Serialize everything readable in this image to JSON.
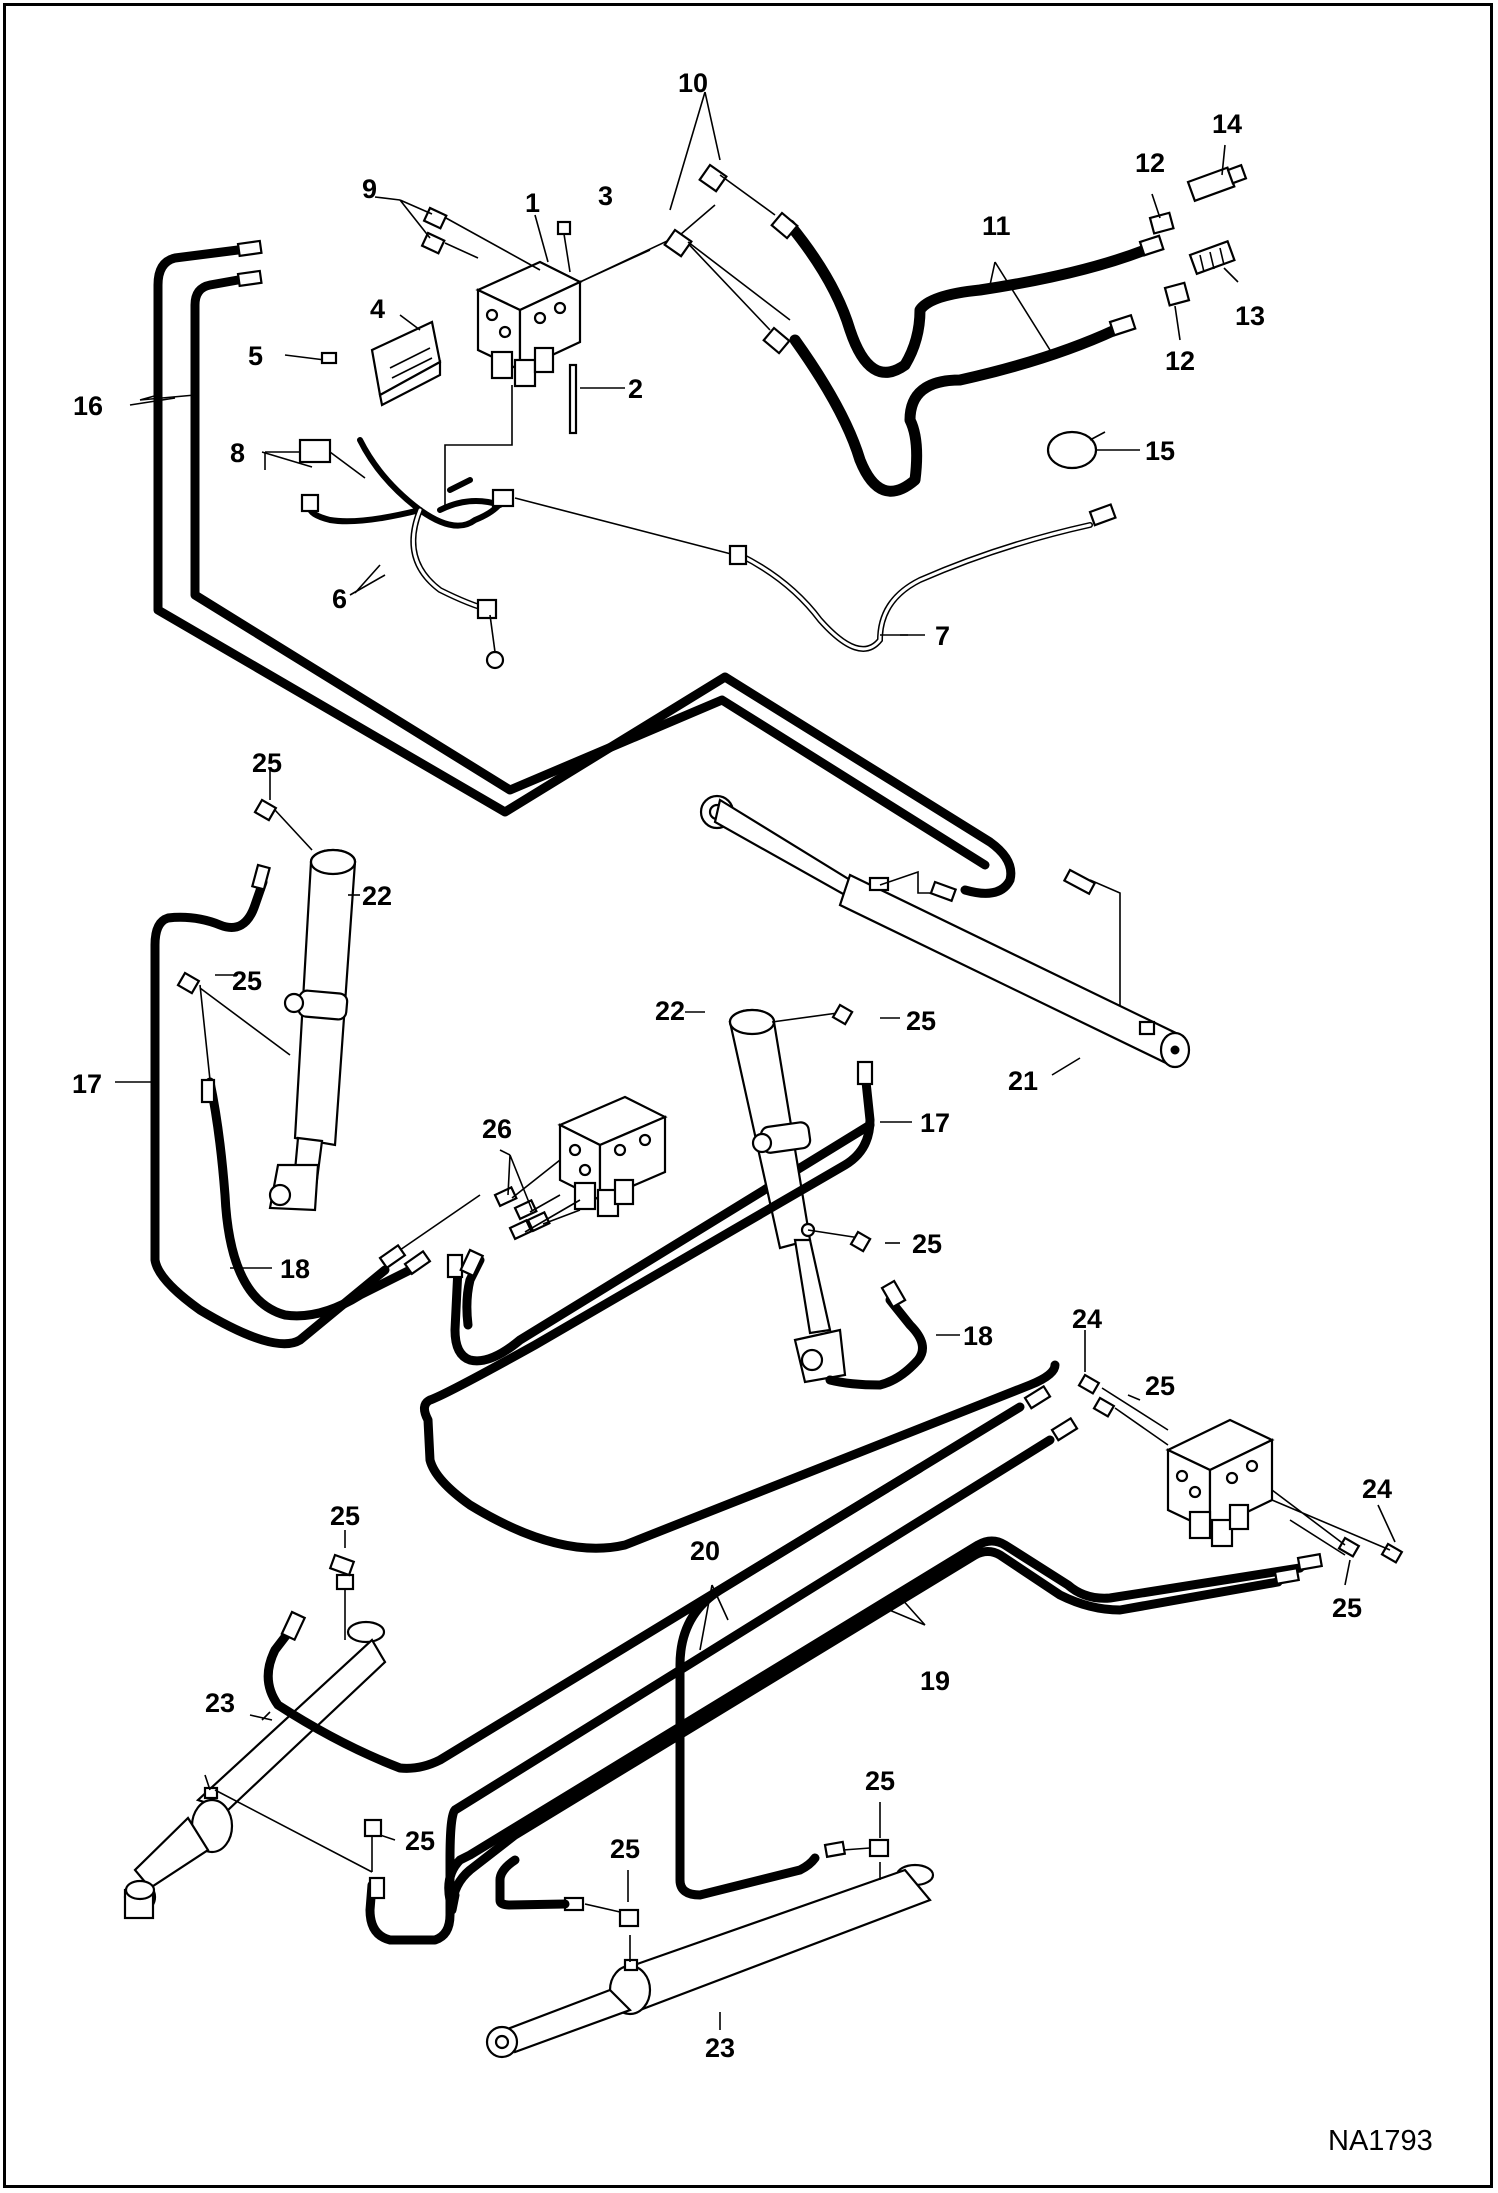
{
  "drawing_code": "NA1793",
  "callouts": [
    {
      "id": "c1",
      "text": "1"
    },
    {
      "id": "c2",
      "text": "2"
    },
    {
      "id": "c3",
      "text": "3"
    },
    {
      "id": "c4",
      "text": "4"
    },
    {
      "id": "c5",
      "text": "5"
    },
    {
      "id": "c6",
      "text": "6"
    },
    {
      "id": "c7",
      "text": "7"
    },
    {
      "id": "c8",
      "text": "8"
    },
    {
      "id": "c9",
      "text": "9"
    },
    {
      "id": "c10",
      "text": "10"
    },
    {
      "id": "c11",
      "text": "11"
    },
    {
      "id": "c12a",
      "text": "12"
    },
    {
      "id": "c12b",
      "text": "12"
    },
    {
      "id": "c13",
      "text": "13"
    },
    {
      "id": "c14",
      "text": "14"
    },
    {
      "id": "c15",
      "text": "15"
    },
    {
      "id": "c16",
      "text": "16"
    },
    {
      "id": "c17a",
      "text": "17"
    },
    {
      "id": "c17b",
      "text": "17"
    },
    {
      "id": "c18a",
      "text": "18"
    },
    {
      "id": "c18b",
      "text": "18"
    },
    {
      "id": "c19",
      "text": "19"
    },
    {
      "id": "c20",
      "text": "20"
    },
    {
      "id": "c21",
      "text": "21"
    },
    {
      "id": "c22a",
      "text": "22"
    },
    {
      "id": "c22b",
      "text": "22"
    },
    {
      "id": "c23a",
      "text": "23"
    },
    {
      "id": "c23b",
      "text": "23"
    },
    {
      "id": "c24a",
      "text": "24"
    },
    {
      "id": "c24b",
      "text": "24"
    },
    {
      "id": "c25a",
      "text": "25"
    },
    {
      "id": "c25b",
      "text": "25"
    },
    {
      "id": "c25c",
      "text": "25"
    },
    {
      "id": "c25d",
      "text": "25"
    },
    {
      "id": "c25e",
      "text": "25"
    },
    {
      "id": "c25f",
      "text": "25"
    },
    {
      "id": "c25g",
      "text": "25"
    },
    {
      "id": "c25h",
      "text": "25"
    },
    {
      "id": "c25i",
      "text": "25"
    },
    {
      "id": "c25j",
      "text": "25"
    },
    {
      "id": "c26",
      "text": "26"
    }
  ]
}
